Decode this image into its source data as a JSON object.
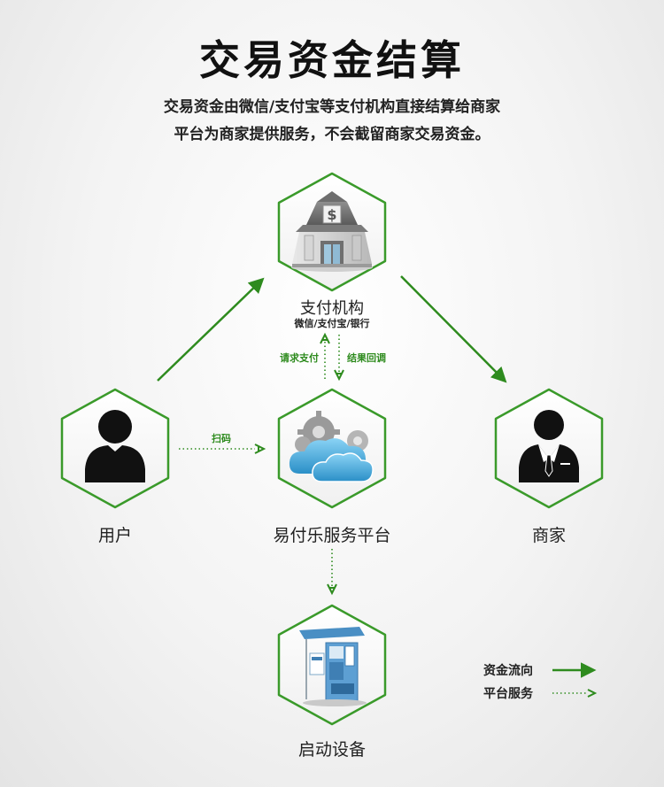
{
  "title": "交易资金结算",
  "description": {
    "line1": "交易资金由微信/支付宝等支付机构直接结算给商家",
    "line2": "平台为商家提供服务，不会截留商家交易资金。"
  },
  "nodes": {
    "payment_institution": {
      "label": "支付机构",
      "sublabel": "微信/支付宝/银行",
      "icon": "bank-building-icon"
    },
    "user": {
      "label": "用户",
      "icon": "user-silhouette-icon"
    },
    "platform": {
      "label": "易付乐服务平台",
      "icon": "cloud-gears-icon"
    },
    "merchant": {
      "label": "商家",
      "icon": "businessman-icon"
    },
    "device": {
      "label": "启动设备",
      "icon": "vending-machine-icon"
    }
  },
  "flows": {
    "request_payment": "请求支付",
    "settlement_callback": "结果回调",
    "scan": "扫码"
  },
  "legend": {
    "fund_flow": "资金流向",
    "platform_service": "平台服务"
  },
  "colors": {
    "accent_green": "#2e8b1e",
    "hexagon_border": "#3a9a2a"
  }
}
